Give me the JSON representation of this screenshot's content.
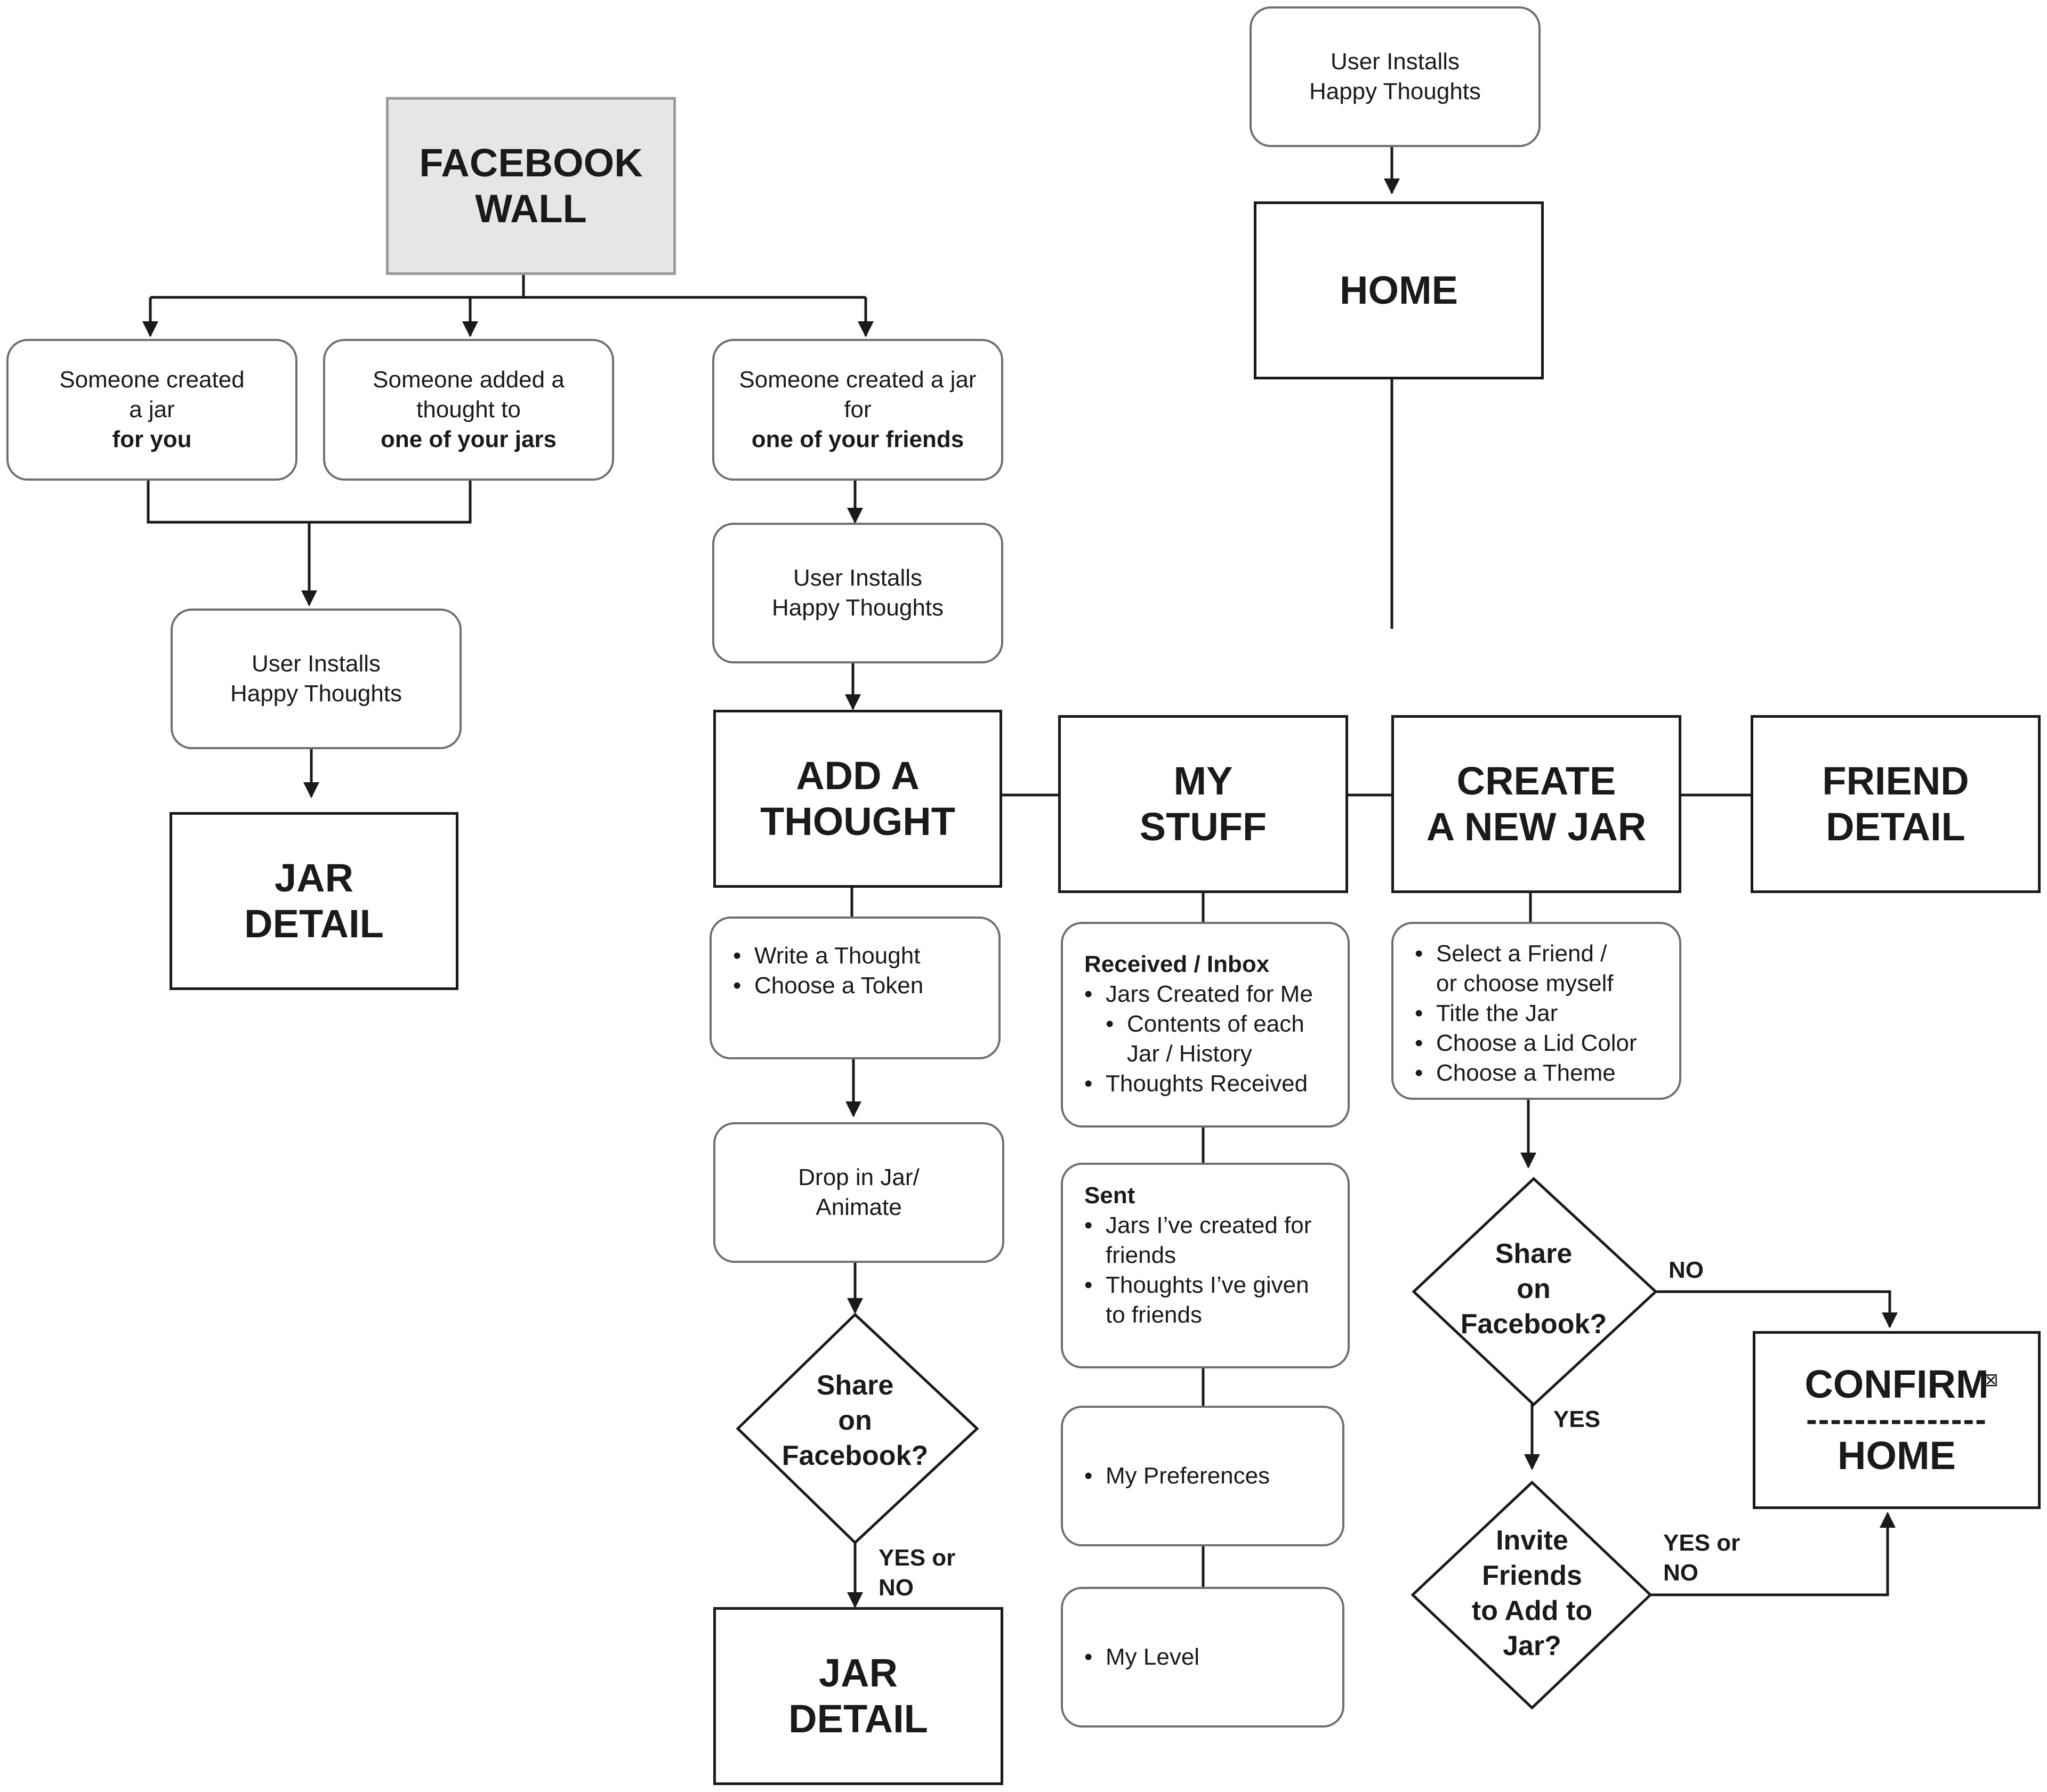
{
  "facebook_wall": {
    "line1": "FACEBOOK",
    "line2": "WALL"
  },
  "fb_for_you": {
    "line1": "Someone created",
    "line2": "a jar",
    "line3": "for you"
  },
  "fb_added_thought": {
    "line1": "Someone added a",
    "line2": "thought to",
    "line3": "one of your jars"
  },
  "fb_for_friends": {
    "line1": "Someone created a jar",
    "line2": "for",
    "line3": "one of your friends"
  },
  "installs_left": {
    "line1": "User Installs",
    "line2": "Happy Thoughts"
  },
  "installs_middle": {
    "line1": "User Installs",
    "line2": "Happy Thoughts"
  },
  "installs_top": {
    "line1": "User Installs",
    "line2": "Happy Thoughts"
  },
  "jar_detail_left": {
    "line1": "JAR",
    "line2": "DETAIL"
  },
  "jar_detail_bottom": {
    "line1": "JAR",
    "line2": "DETAIL"
  },
  "home": {
    "label": "HOME"
  },
  "add_thought": {
    "line1": "ADD A",
    "line2": "THOUGHT"
  },
  "my_stuff": {
    "line1": "MY",
    "line2": "STUFF"
  },
  "create_jar": {
    "line1": "CREATE",
    "line2": "A NEW JAR"
  },
  "friend_detail": {
    "line1": "FRIEND",
    "line2": "DETAIL"
  },
  "add_thought_steps": [
    "Write a Thought",
    "Choose a Token"
  ],
  "drop_in_jar": {
    "line1": "Drop in Jar/",
    "line2": "Animate"
  },
  "share_left": {
    "line1": "Share",
    "line2": "on",
    "line3": "Facebook?"
  },
  "share_left_answer": {
    "line1": "YES or",
    "line2": "NO"
  },
  "inbox": {
    "title": "Received / Inbox",
    "item1": "Jars Created for Me",
    "sub1a": "Contents of each",
    "sub1b": "Jar / History",
    "item2": "Thoughts Received"
  },
  "sent": {
    "title": "Sent",
    "item1a": "Jars I’ve created for",
    "item1b": "friends",
    "item2a": "Thoughts I’ve given",
    "item2b": "to friends"
  },
  "preferences": {
    "item": "My Preferences"
  },
  "level": {
    "item": "My Level"
  },
  "create_steps": {
    "item1a": "Select a Friend /",
    "item1b": "or choose myself",
    "item2": "Title the Jar",
    "item3": "Choose a Lid Color",
    "item4": "Choose a Theme"
  },
  "share_right": {
    "line1": "Share",
    "line2": "on",
    "line3": "Facebook?"
  },
  "share_right_no": "NO",
  "share_right_yes": "YES",
  "invite": {
    "line1": "Invite",
    "line2": "Friends",
    "line3": "to Add to",
    "line4": "Jar?"
  },
  "invite_answer": {
    "line1": "YES or",
    "line2": "NO"
  },
  "confirm": {
    "line1": "CONFIRM",
    "dashes": "---------------",
    "line2": "HOME"
  }
}
